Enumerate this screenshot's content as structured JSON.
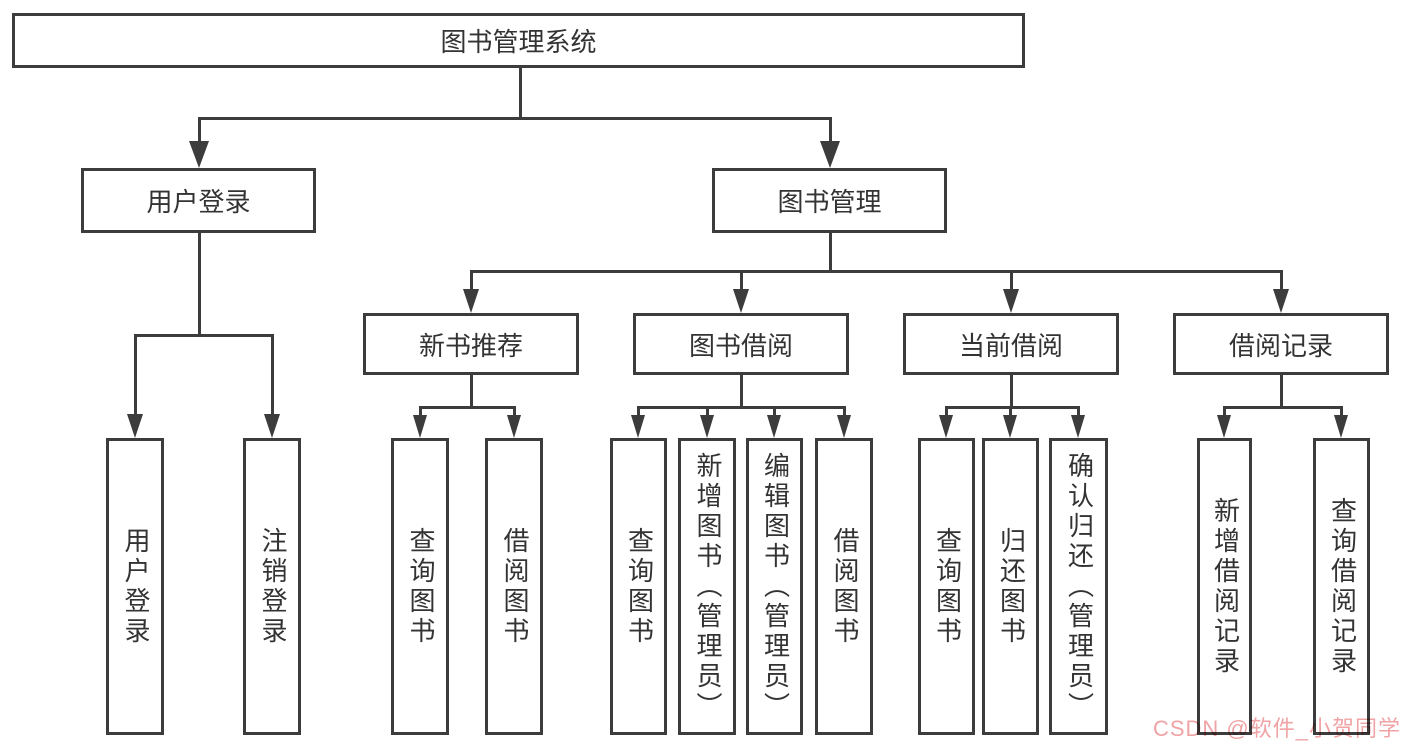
{
  "diagram": {
    "root": {
      "label": "图书管理系统"
    },
    "login": {
      "label": "用户登录",
      "children": [
        "用户登录",
        "注销登录"
      ]
    },
    "manage": {
      "label": "图书管理"
    },
    "sections": [
      {
        "label": "新书推荐",
        "children": [
          "查询图书",
          "借阅图书"
        ]
      },
      {
        "label": "图书借阅",
        "children": [
          "查询图书",
          "新增图书（管理员）",
          "编辑图书（管理员）",
          "借阅图书"
        ]
      },
      {
        "label": "当前借阅",
        "children": [
          "查询图书",
          "归还图书",
          "确认归还（管理员）"
        ]
      },
      {
        "label": "借阅记录",
        "children": [
          "新增借阅记录",
          "查询借阅记录"
        ]
      }
    ]
  },
  "watermark": {
    "text": "CSDN @软件_小贺同学",
    "color": "#f0a3a5"
  },
  "colors": {
    "line": "#3c3c3c",
    "text": "#333333",
    "background": "#ffffff"
  }
}
